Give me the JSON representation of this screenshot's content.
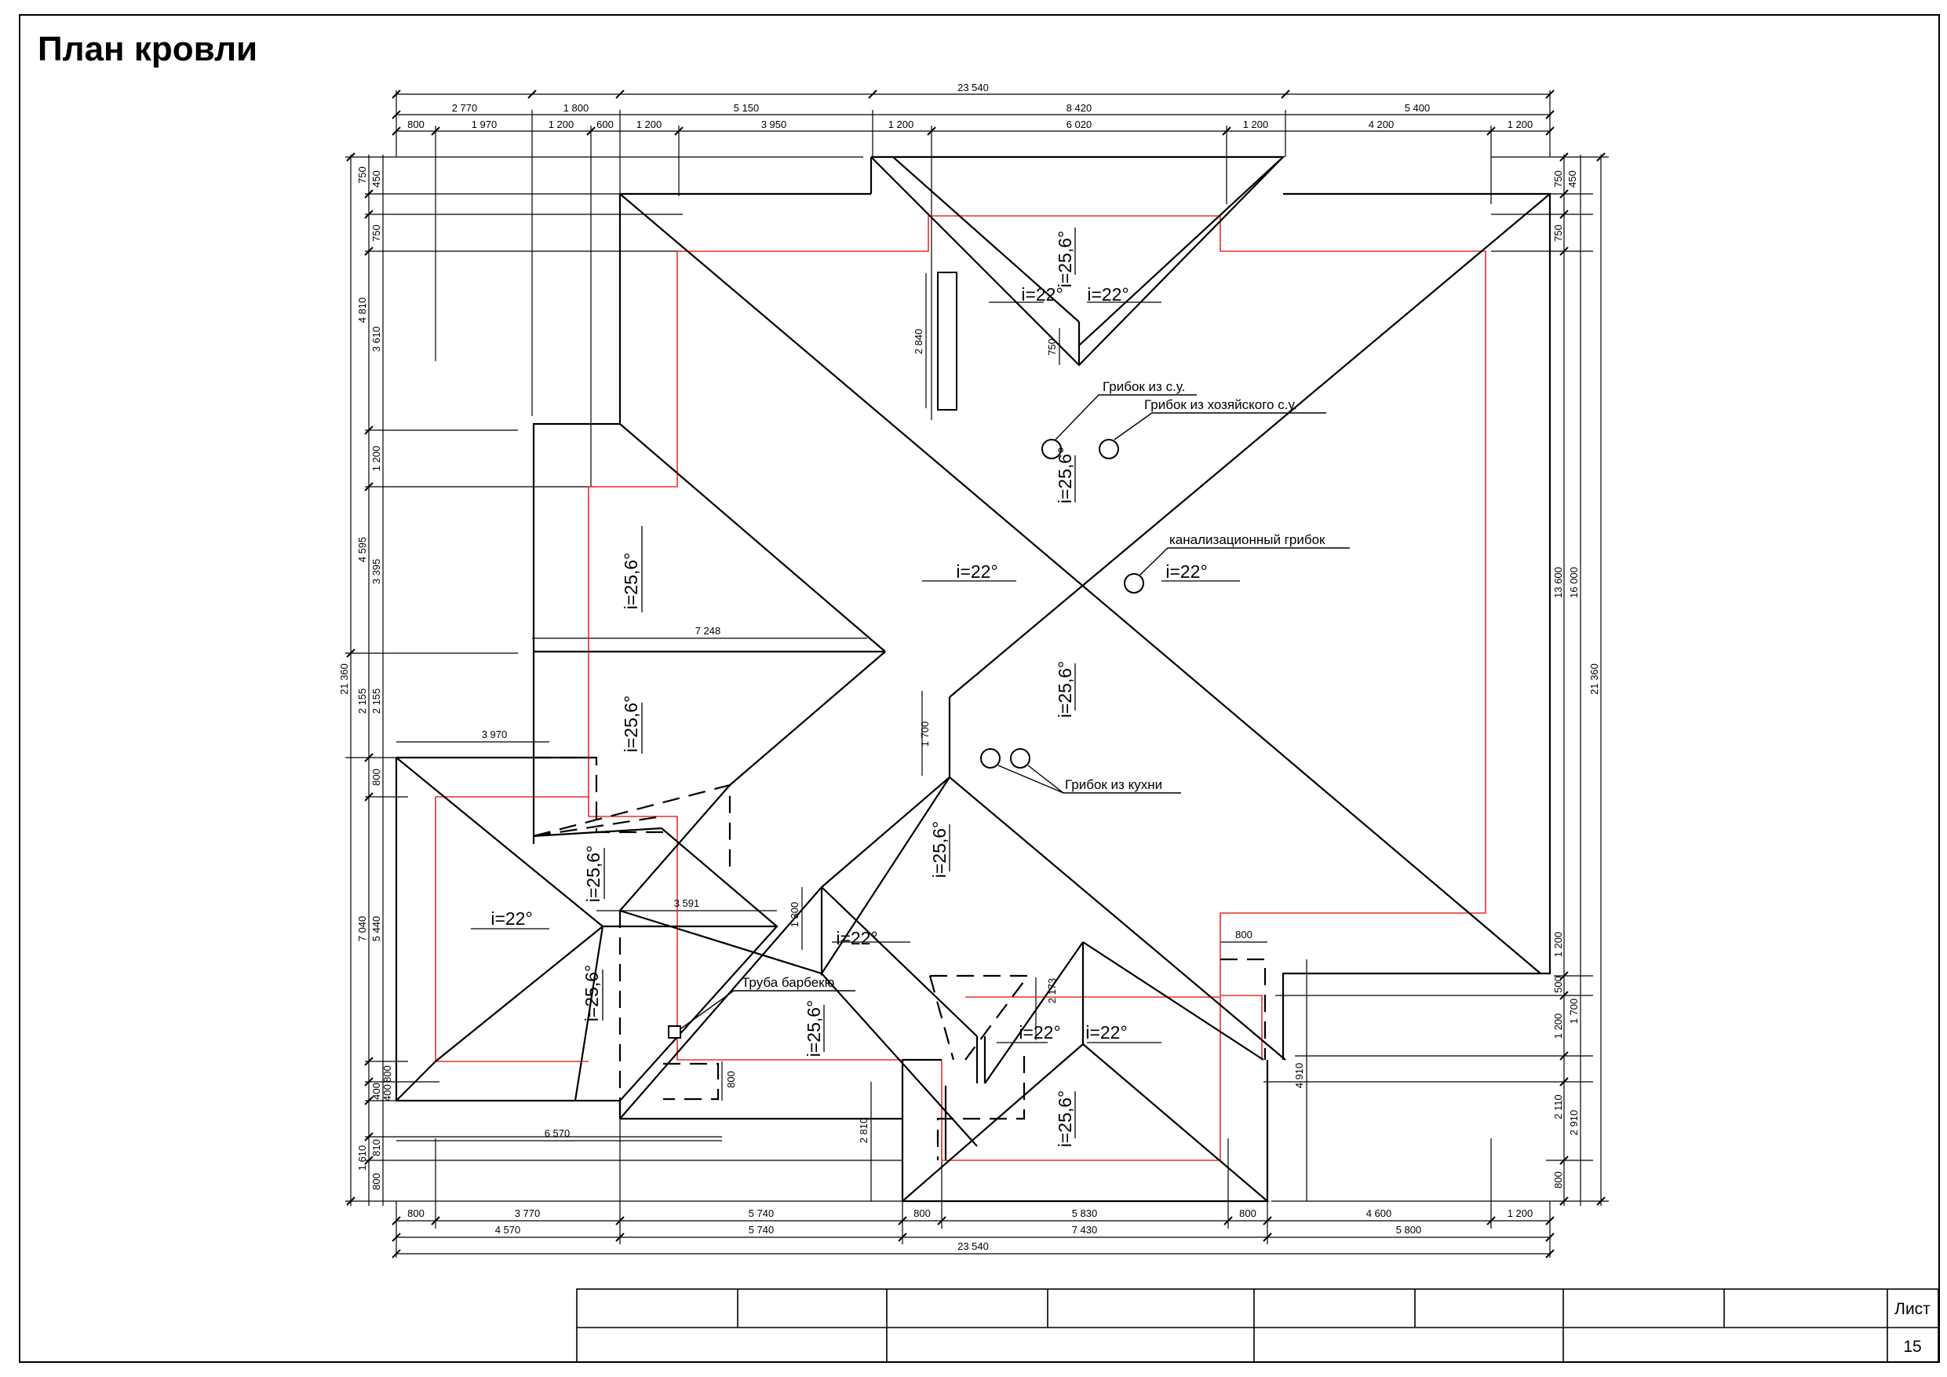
{
  "title": "План кровли",
  "colors": {
    "line": "#000000",
    "eave": "#e8302a",
    "background": "#ffffff"
  },
  "dims_top_row1": [
    "23 540"
  ],
  "dims_top_row2": [
    "2 770",
    "1 800",
    "5 150",
    "8 420",
    "5 400"
  ],
  "dims_top_row3": [
    "800",
    "1 970",
    "1 200",
    "600",
    "1 200",
    "3 950",
    "1 200",
    "6 020",
    "1 200",
    "4 200",
    "1 200"
  ],
  "dims_bottom_row1": [
    "800",
    "3 770",
    "5 740",
    "800",
    "5 830",
    "800",
    "4 600",
    "1 200"
  ],
  "dims_bottom_row2": [
    "4 570",
    "5 740",
    "7 430",
    "5 800"
  ],
  "dims_bottom_row3": [
    "23 540"
  ],
  "dims_left_outer": [
    "750",
    "4 810",
    "4 595",
    "2 155",
    "7 040",
    "1 610"
  ],
  "dims_left_total": "21 360",
  "dims_left_inner": [
    "450",
    "750",
    "3 610",
    "1 200",
    "3 395",
    "2 155",
    "800",
    "5 440",
    "400",
    "800",
    "400",
    "810",
    "800"
  ],
  "dims_right_inner": [
    "450",
    "750",
    "1 200",
    "500",
    "1 200",
    "2 110",
    "800"
  ],
  "dims_right_mid": [
    "750",
    "13 600",
    "1 700",
    "2 910"
  ],
  "dims_right_outer": [
    "16 000",
    "21 360"
  ],
  "dims_interior": [
    "7 248",
    "3 970",
    "3 591",
    "2 840",
    "750",
    "1 700",
    "1 300",
    "2 173",
    "800",
    "800",
    "6 570",
    "2 810",
    "4 910"
  ],
  "slopes": [
    "i=25,6°",
    "i=22°",
    "i=22°",
    "i=25,6°",
    "i=25,6°",
    "i=22°",
    "i=22°",
    "i=25,6°",
    "i=25,6°",
    "i=25,6°",
    "i=22°",
    "i=25,6°",
    "i=22°",
    "i=25,6°",
    "i=25,6°",
    "i=22°",
    "i=22°",
    "i=25,6°"
  ],
  "notes": {
    "vent1": "Грибок из с.у.",
    "vent2": "Грибок из  хозяйского с.у.",
    "sewer": "канализационный грибок",
    "kitchen": "Грибок из кухни",
    "bbq": "Труба барбекю"
  },
  "stamp": {
    "sheet_label": "Лист",
    "sheet_number": "15"
  }
}
